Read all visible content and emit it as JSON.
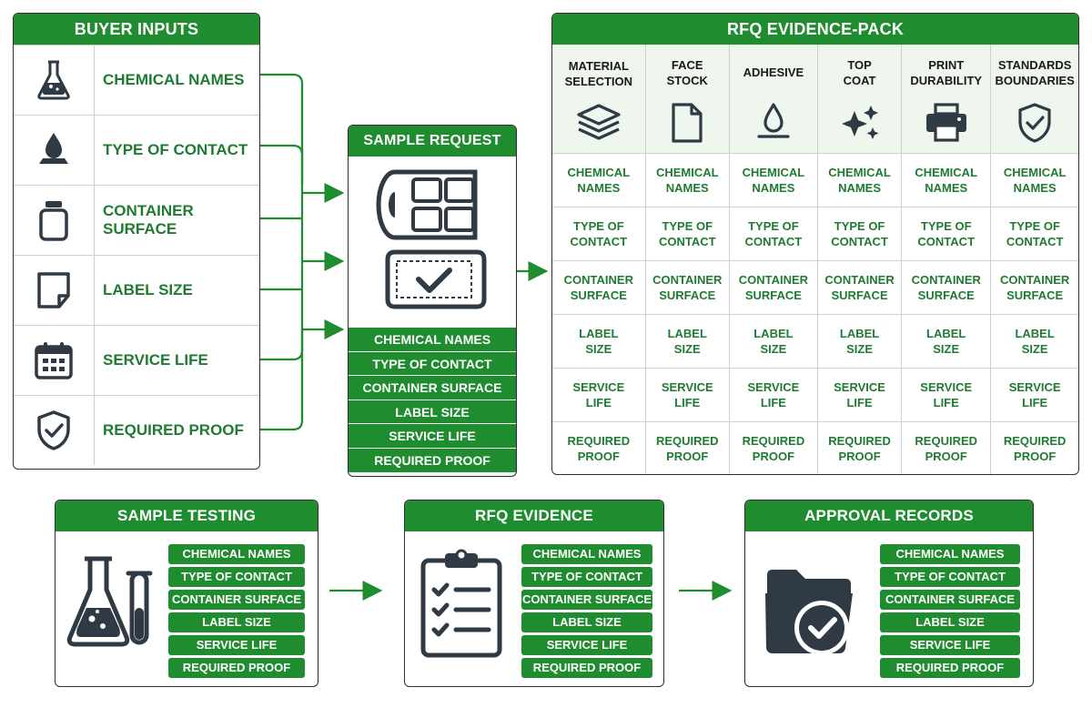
{
  "buyer_inputs": {
    "title": "BUYER INPUTS",
    "items": [
      {
        "label": "CHEMICAL NAMES",
        "icon": "flask-icon"
      },
      {
        "label": "TYPE OF CONTACT",
        "icon": "droplet-surface-icon"
      },
      {
        "label": "CONTAINER SURFACE",
        "icon": "jar-icon"
      },
      {
        "label": "LABEL SIZE",
        "icon": "label-sheet-icon"
      },
      {
        "label": "SERVICE LIFE",
        "icon": "calendar-icon"
      },
      {
        "label": "REQUIRED PROOF",
        "icon": "shield-check-icon"
      }
    ]
  },
  "sample_request": {
    "title": "SAMPLE REQUEST",
    "icon": "label-roll-icon",
    "items": [
      "CHEMICAL NAMES",
      "TYPE OF CONTACT",
      "CONTAINER SURFACE",
      "LABEL SIZE",
      "SERVICE LIFE",
      "REQUIRED PROOF"
    ]
  },
  "rfq_pack": {
    "title": "RFQ EVIDENCE-PACK",
    "columns": [
      {
        "label": "MATERIAL\nSELECTION",
        "icon": "layers-icon"
      },
      {
        "label": "FACE\nSTOCK",
        "icon": "document-icon"
      },
      {
        "label": "ADHESIVE",
        "icon": "adhesive-drop-icon"
      },
      {
        "label": "TOP\nCOAT",
        "icon": "sparkle-icon"
      },
      {
        "label": "PRINT\nDURABILITY",
        "icon": "printer-icon"
      },
      {
        "label": "STANDARDS\nBOUNDARIES",
        "icon": "shield-check-icon"
      }
    ],
    "rows": [
      "CHEMICAL\nNAMES",
      "TYPE OF\nCONTACT",
      "CONTAINER\nSURFACE",
      "LABEL\nSIZE",
      "SERVICE\nLIFE",
      "REQUIRED\nPROOF"
    ]
  },
  "sample_testing": {
    "title": "SAMPLE TESTING",
    "icon": "flask-testtube-icon",
    "items": [
      "CHEMICAL NAMES",
      "TYPE OF CONTACT",
      "CONTAINER SURFACE",
      "LABEL SIZE",
      "SERVICE LIFE",
      "REQUIRED PROOF"
    ]
  },
  "rfq_evidence": {
    "title": "RFQ EVIDENCE",
    "icon": "clipboard-checklist-icon",
    "items": [
      "CHEMICAL NAMES",
      "TYPE OF CONTACT",
      "CONTAINER SURFACE",
      "LABEL SIZE",
      "SERVICE LIFE",
      "REQUIRED PROOF"
    ]
  },
  "approval_records": {
    "title": "APPROVAL RECORDS",
    "icon": "folder-check-icon",
    "items": [
      "CHEMICAL NAMES",
      "TYPE OF CONTACT",
      "CONTAINER SURFACE",
      "LABEL SIZE",
      "SERVICE LIFE",
      "REQUIRED PROOF"
    ]
  },
  "colors": {
    "accent": "#1e8c2f",
    "icon": "#2f3a45",
    "border": "#2e2e2e"
  }
}
